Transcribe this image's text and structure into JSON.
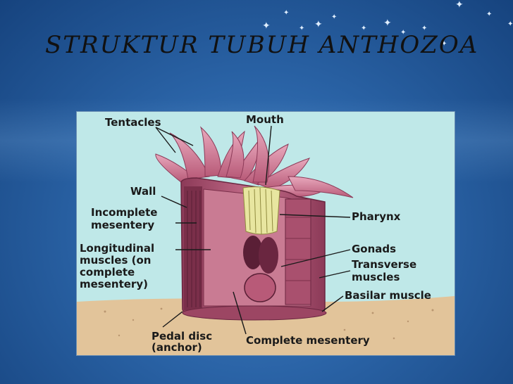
{
  "slide": {
    "title": "STRUKTUR TUBUH ANTHOZOA"
  },
  "diagram": {
    "labels": {
      "tentacles": "Tentacles",
      "mouth": "Mouth",
      "wall": "Wall",
      "incomplete_mesentery_1": "Incomplete",
      "incomplete_mesentery_2": "mesentery",
      "longitudinal_1": "Longitudinal",
      "longitudinal_2": "muscles (on",
      "longitudinal_3": "complete",
      "longitudinal_4": "mesentery)",
      "pharynx": "Pharynx",
      "gonads": "Gonads",
      "transverse_1": "Transverse",
      "transverse_2": "muscles",
      "basilar_muscle": "Basilar muscle",
      "pedal_disc_1": "Pedal disc",
      "pedal_disc_2": "(anchor)",
      "complete_mesentery": "Complete mesentery"
    },
    "colors": {
      "water": "#bfe8e8",
      "sand": "#e2c49a",
      "body": "#b85a78",
      "body_light": "#d98aa3",
      "body_dark": "#7a2f4a",
      "pharynx": "#e8e6a0"
    }
  }
}
